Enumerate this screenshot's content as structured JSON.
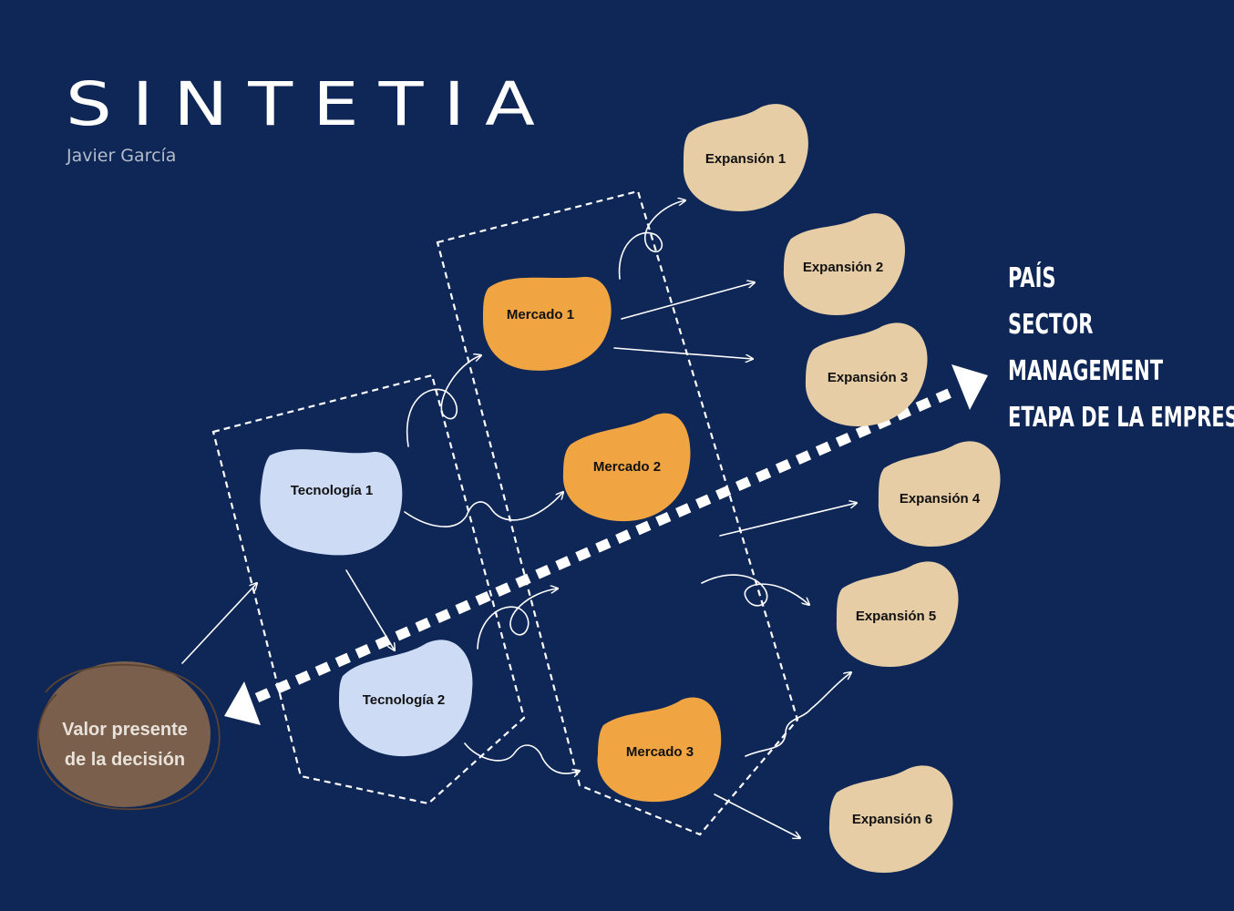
{
  "brand": {
    "logo_text": "SINTETIA",
    "author": "Javier García"
  },
  "factors": [
    "PAÍS",
    "SECTOR",
    "MANAGEMENT",
    "ETAPA DE LA EMPRESA"
  ],
  "root": {
    "label_lines": [
      "Valor presente",
      "de la decisión"
    ],
    "color": "#7a5f4c"
  },
  "colors": {
    "background": "#0e2756",
    "technology": "#cddcf4",
    "market": "#f0a442",
    "expansion": "#e6cda5"
  },
  "technologies": [
    "Tecnología 1",
    "Tecnología 2"
  ],
  "markets": [
    "Mercado 1",
    "Mercado 2",
    "Mercado 3"
  ],
  "expansions": [
    "Expansión 1",
    "Expansión 2",
    "Expansión 3",
    "Expansión 4",
    "Expansión 5",
    "Expansión 6"
  ]
}
